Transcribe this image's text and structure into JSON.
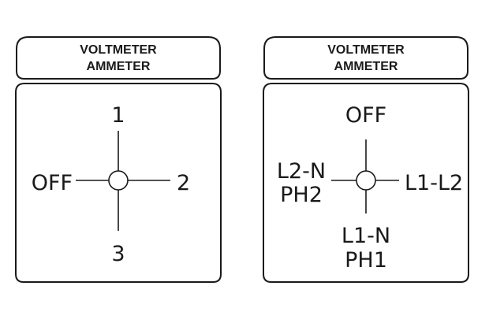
{
  "panels": [
    {
      "header": {
        "line1": "VOLTMETER",
        "line2": "AMMETER"
      },
      "positions": {
        "top": "1",
        "left": "OFF",
        "right": "2",
        "bottom": "3"
      }
    },
    {
      "header": {
        "line1": "VOLTMETER",
        "line2": "AMMETER"
      },
      "positions": {
        "top": "OFF",
        "left_line1": "L2-N",
        "left_line2": "PH2",
        "right": "L1-L2",
        "bottom_line1": "L1-N",
        "bottom_line2": "PH1"
      }
    }
  ]
}
